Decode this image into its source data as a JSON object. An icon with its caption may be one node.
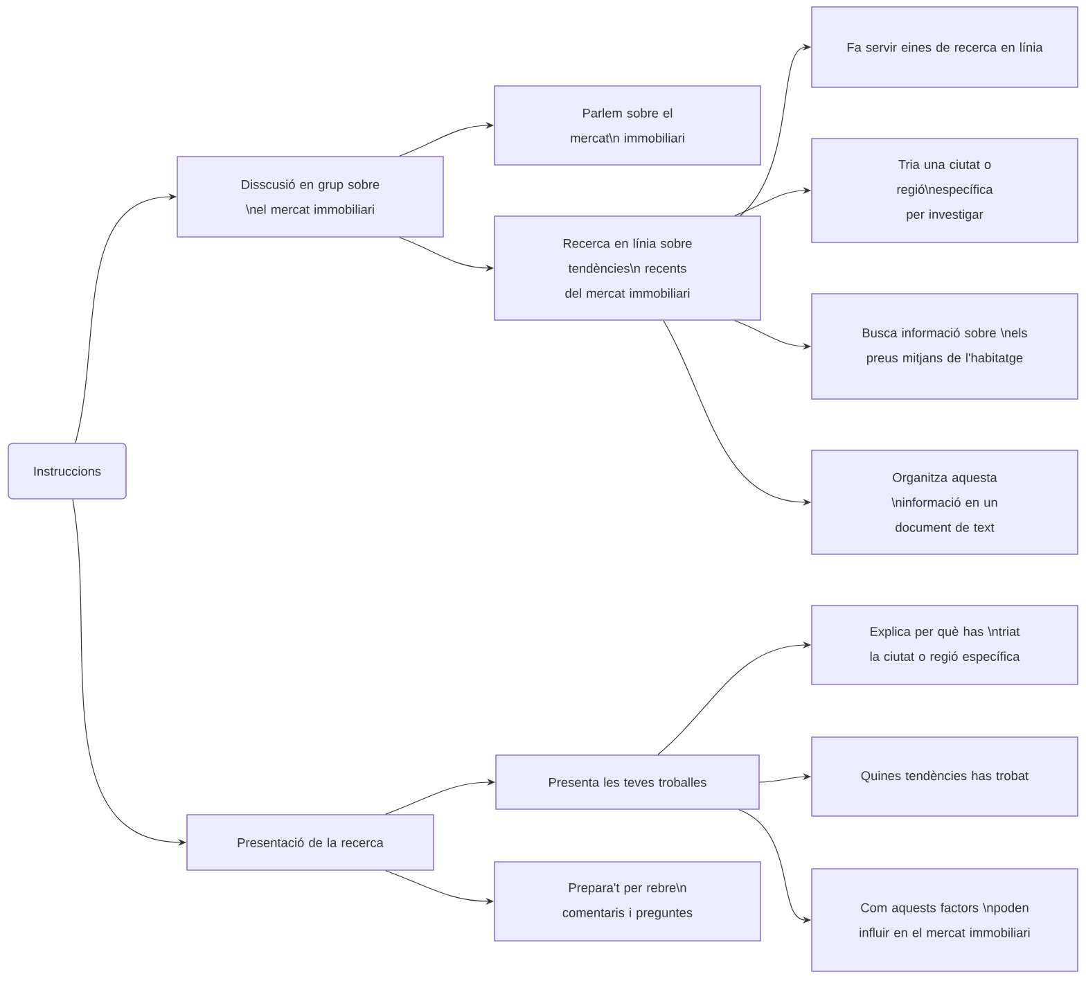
{
  "diagram": {
    "nodes": [
      {
        "text": [
          "Instruccions"
        ]
      },
      {
        "text": [
          "Disscusió en grup sobre \\nel mercat immobiliari"
        ]
      },
      {
        "text": [
          "Presentació de la recerca"
        ]
      },
      {
        "text": [
          "Parlem sobre el mercat\\n immobiliari"
        ]
      },
      {
        "text": [
          "Recerca en línia sobre tendències\\n recents del mercat immobiliari"
        ]
      },
      {
        "text": [
          "Presenta les teves troballes"
        ]
      },
      {
        "text": [
          "Prepara't per rebre\\n comentaris i preguntes"
        ]
      },
      {
        "text": [
          "Fa servir eines de recerca en línia"
        ]
      },
      {
        "text": [
          "Tria una ciutat o regió\\nespecífica per investigar"
        ]
      },
      {
        "text": [
          "Busca informació sobre \\nels preus mitjans de l'habitatge"
        ]
      },
      {
        "text": [
          "Organitza aquesta \\ninformació en un document de text"
        ]
      },
      {
        "text": [
          "Explica per què has \\ntriat la ciutat o regió específica"
        ]
      },
      {
        "text": [
          "Quines tendències has trobat"
        ]
      },
      {
        "text": [
          "Com aquests factors \\npoden influir en el mercat immobiliari"
        ]
      }
    ],
    "edges": [
      {
        "from": 0,
        "to": 1,
        "arrow": "to"
      },
      {
        "from": 0,
        "to": 2,
        "arrow": "to"
      },
      {
        "from": 1,
        "to": 3,
        "arrow": "to"
      },
      {
        "from": 1,
        "to": 4,
        "arrow": "to"
      },
      {
        "from": 4,
        "to": 7,
        "arrow": "to"
      },
      {
        "from": 4,
        "to": 8,
        "arrow": "to"
      },
      {
        "from": 4,
        "to": 9,
        "arrow": "to"
      },
      {
        "from": 4,
        "to": 10,
        "arrow": "to"
      },
      {
        "from": 2,
        "to": 5,
        "arrow": "to"
      },
      {
        "from": 2,
        "to": 6,
        "arrow": "to"
      },
      {
        "from": 5,
        "to": 11,
        "arrow": "to"
      },
      {
        "from": 5,
        "to": 12,
        "arrow": "to"
      },
      {
        "from": 5,
        "to": 13,
        "arrow": "to"
      }
    ]
  }
}
